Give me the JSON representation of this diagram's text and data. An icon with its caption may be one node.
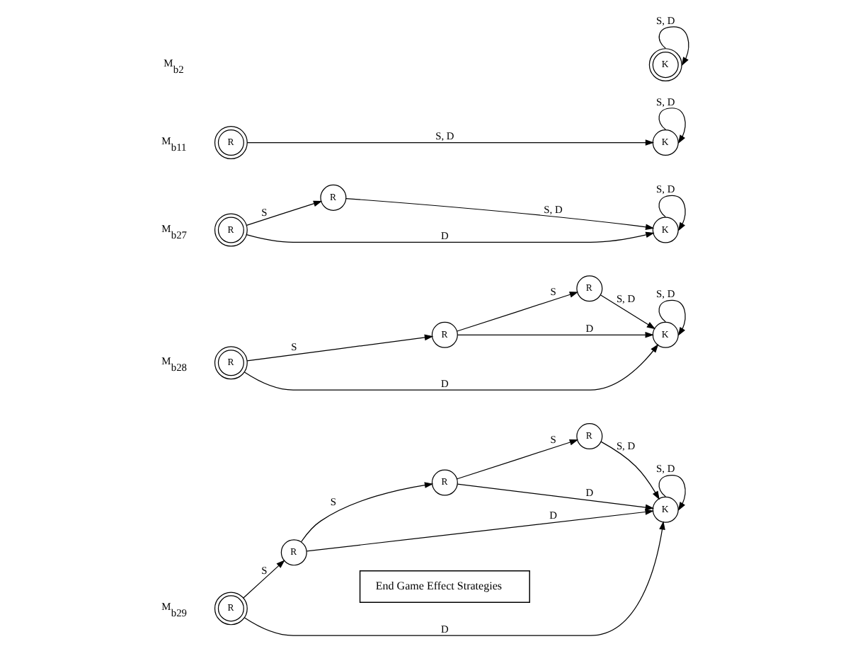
{
  "diagram": {
    "nodes": [
      {
        "text": [
          "K"
        ]
      },
      {
        "text": [
          "R"
        ]
      },
      {
        "text": [
          "K"
        ]
      },
      {
        "text": [
          "R"
        ]
      },
      {
        "text": [
          "R"
        ]
      },
      {
        "text": [
          "K"
        ]
      },
      {
        "text": [
          "R"
        ]
      },
      {
        "text": [
          "R"
        ]
      },
      {
        "text": [
          "R"
        ]
      },
      {
        "text": [
          "K"
        ]
      },
      {
        "text": [
          "R"
        ]
      },
      {
        "text": [
          "R"
        ]
      },
      {
        "text": [
          "R"
        ]
      },
      {
        "text": [
          "R"
        ]
      },
      {
        "text": [
          "K"
        ]
      },
      {
        "text": [
          "End Game Effect Strategies"
        ]
      }
    ],
    "edges": [
      {
        "from": 0,
        "to": 0,
        "arrow": "to",
        "label": "S, D"
      },
      {
        "from": 1,
        "to": 2,
        "arrow": "to",
        "label": "S, D"
      },
      {
        "from": 2,
        "to": 2,
        "arrow": "to",
        "label": "S, D"
      },
      {
        "from": 3,
        "to": 5,
        "arrow": "to",
        "label": "D"
      },
      {
        "from": 3,
        "to": 4,
        "arrow": "to",
        "label": "S"
      },
      {
        "from": 4,
        "to": 5,
        "arrow": "to",
        "label": "S, D"
      },
      {
        "from": 5,
        "to": 5,
        "arrow": "to",
        "label": "S, D"
      },
      {
        "from": 6,
        "to": 9,
        "arrow": "to",
        "label": "D"
      },
      {
        "from": 6,
        "to": 7,
        "arrow": "to",
        "label": "S"
      },
      {
        "from": 7,
        "to": 9,
        "arrow": "to",
        "label": "D"
      },
      {
        "from": 7,
        "to": 8,
        "arrow": "to",
        "label": "S"
      },
      {
        "from": 8,
        "to": 9,
        "arrow": "to",
        "label": "S, D"
      },
      {
        "from": 9,
        "to": 9,
        "arrow": "to",
        "label": "S, D"
      },
      {
        "from": 10,
        "to": 14,
        "arrow": "to",
        "label": "D"
      },
      {
        "from": 10,
        "to": 11,
        "arrow": "to",
        "label": "S"
      },
      {
        "from": 11,
        "to": 14,
        "arrow": "to",
        "label": "D"
      },
      {
        "from": 11,
        "to": 12,
        "arrow": "to",
        "label": "S"
      },
      {
        "from": 12,
        "to": 14,
        "arrow": "to",
        "label": "D"
      },
      {
        "from": 12,
        "to": 13,
        "arrow": "to",
        "label": "S"
      },
      {
        "from": 13,
        "to": 14,
        "arrow": "to",
        "label": "S, D"
      },
      {
        "from": 14,
        "to": 14,
        "arrow": "to",
        "label": "S, D"
      }
    ],
    "labels": [
      "M$_{b2}$",
      "M$_{b11}$",
      "M$_{b27}$",
      "M$_{b28}$",
      "M$_{b29}$"
    ]
  }
}
